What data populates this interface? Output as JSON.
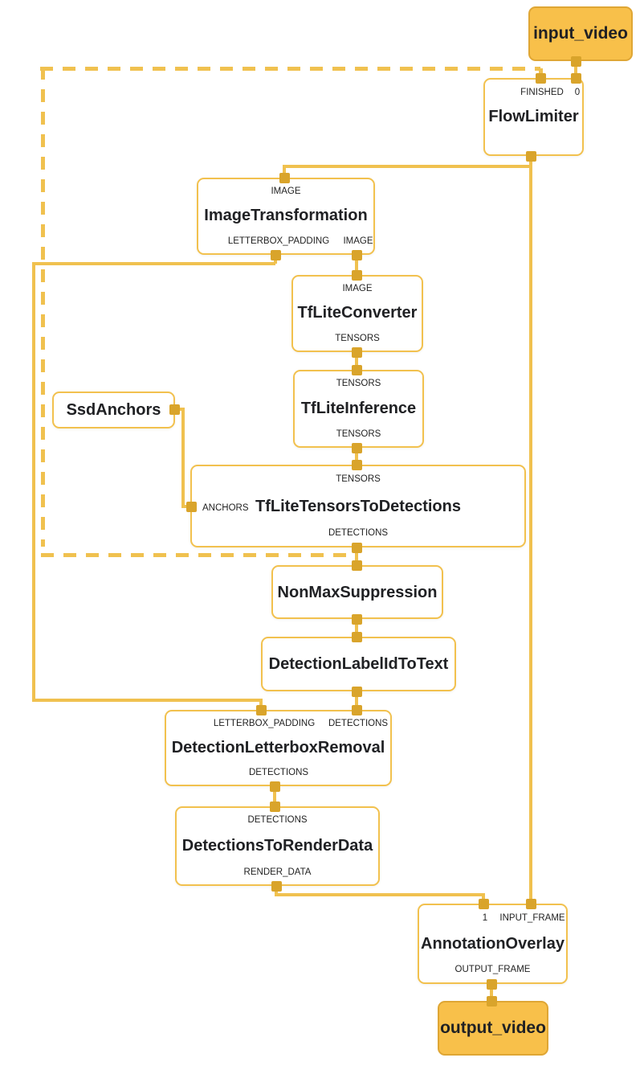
{
  "nodes": {
    "input_video": {
      "title": "input_video"
    },
    "flow_limiter": {
      "title": "FlowLimiter",
      "port_finished": "FINISHED",
      "port_0": "0"
    },
    "image_transformation": {
      "title": "ImageTransformation",
      "in_image": "IMAGE",
      "out_letterbox": "LETTERBOX_PADDING",
      "out_image": "IMAGE"
    },
    "tflite_converter": {
      "title": "TfLiteConverter",
      "in_image": "IMAGE",
      "out_tensors": "TENSORS"
    },
    "tflite_inference": {
      "title": "TfLiteInference",
      "in_tensors": "TENSORS",
      "out_tensors": "TENSORS"
    },
    "ssd_anchors": {
      "title": "SsdAnchors"
    },
    "tflite_tensors_to_detections": {
      "title": "TfLiteTensorsToDetections",
      "in_tensors": "TENSORS",
      "in_anchors": "ANCHORS",
      "out_detections": "DETECTIONS"
    },
    "non_max_suppression": {
      "title": "NonMaxSuppression"
    },
    "detection_label_id_to_text": {
      "title": "DetectionLabelIdToText"
    },
    "detection_letterbox_removal": {
      "title": "DetectionLetterboxRemoval",
      "in_letterbox": "LETTERBOX_PADDING",
      "in_detections": "DETECTIONS",
      "out_detections": "DETECTIONS"
    },
    "detections_to_render_data": {
      "title": "DetectionsToRenderData",
      "in_detections": "DETECTIONS",
      "out_render_data": "RENDER_DATA"
    },
    "annotation_overlay": {
      "title": "AnnotationOverlay",
      "in_1": "1",
      "in_frame": "INPUT_FRAME",
      "out_frame": "OUTPUT_FRAME"
    },
    "output_video": {
      "title": "output_video"
    }
  },
  "colors": {
    "edge": "#F0C14F",
    "port": "#D9A42B",
    "node_border": "#F2C14E",
    "stream_fill": "#F8C04A",
    "stream_border": "#DFA634",
    "text": "#202124"
  }
}
